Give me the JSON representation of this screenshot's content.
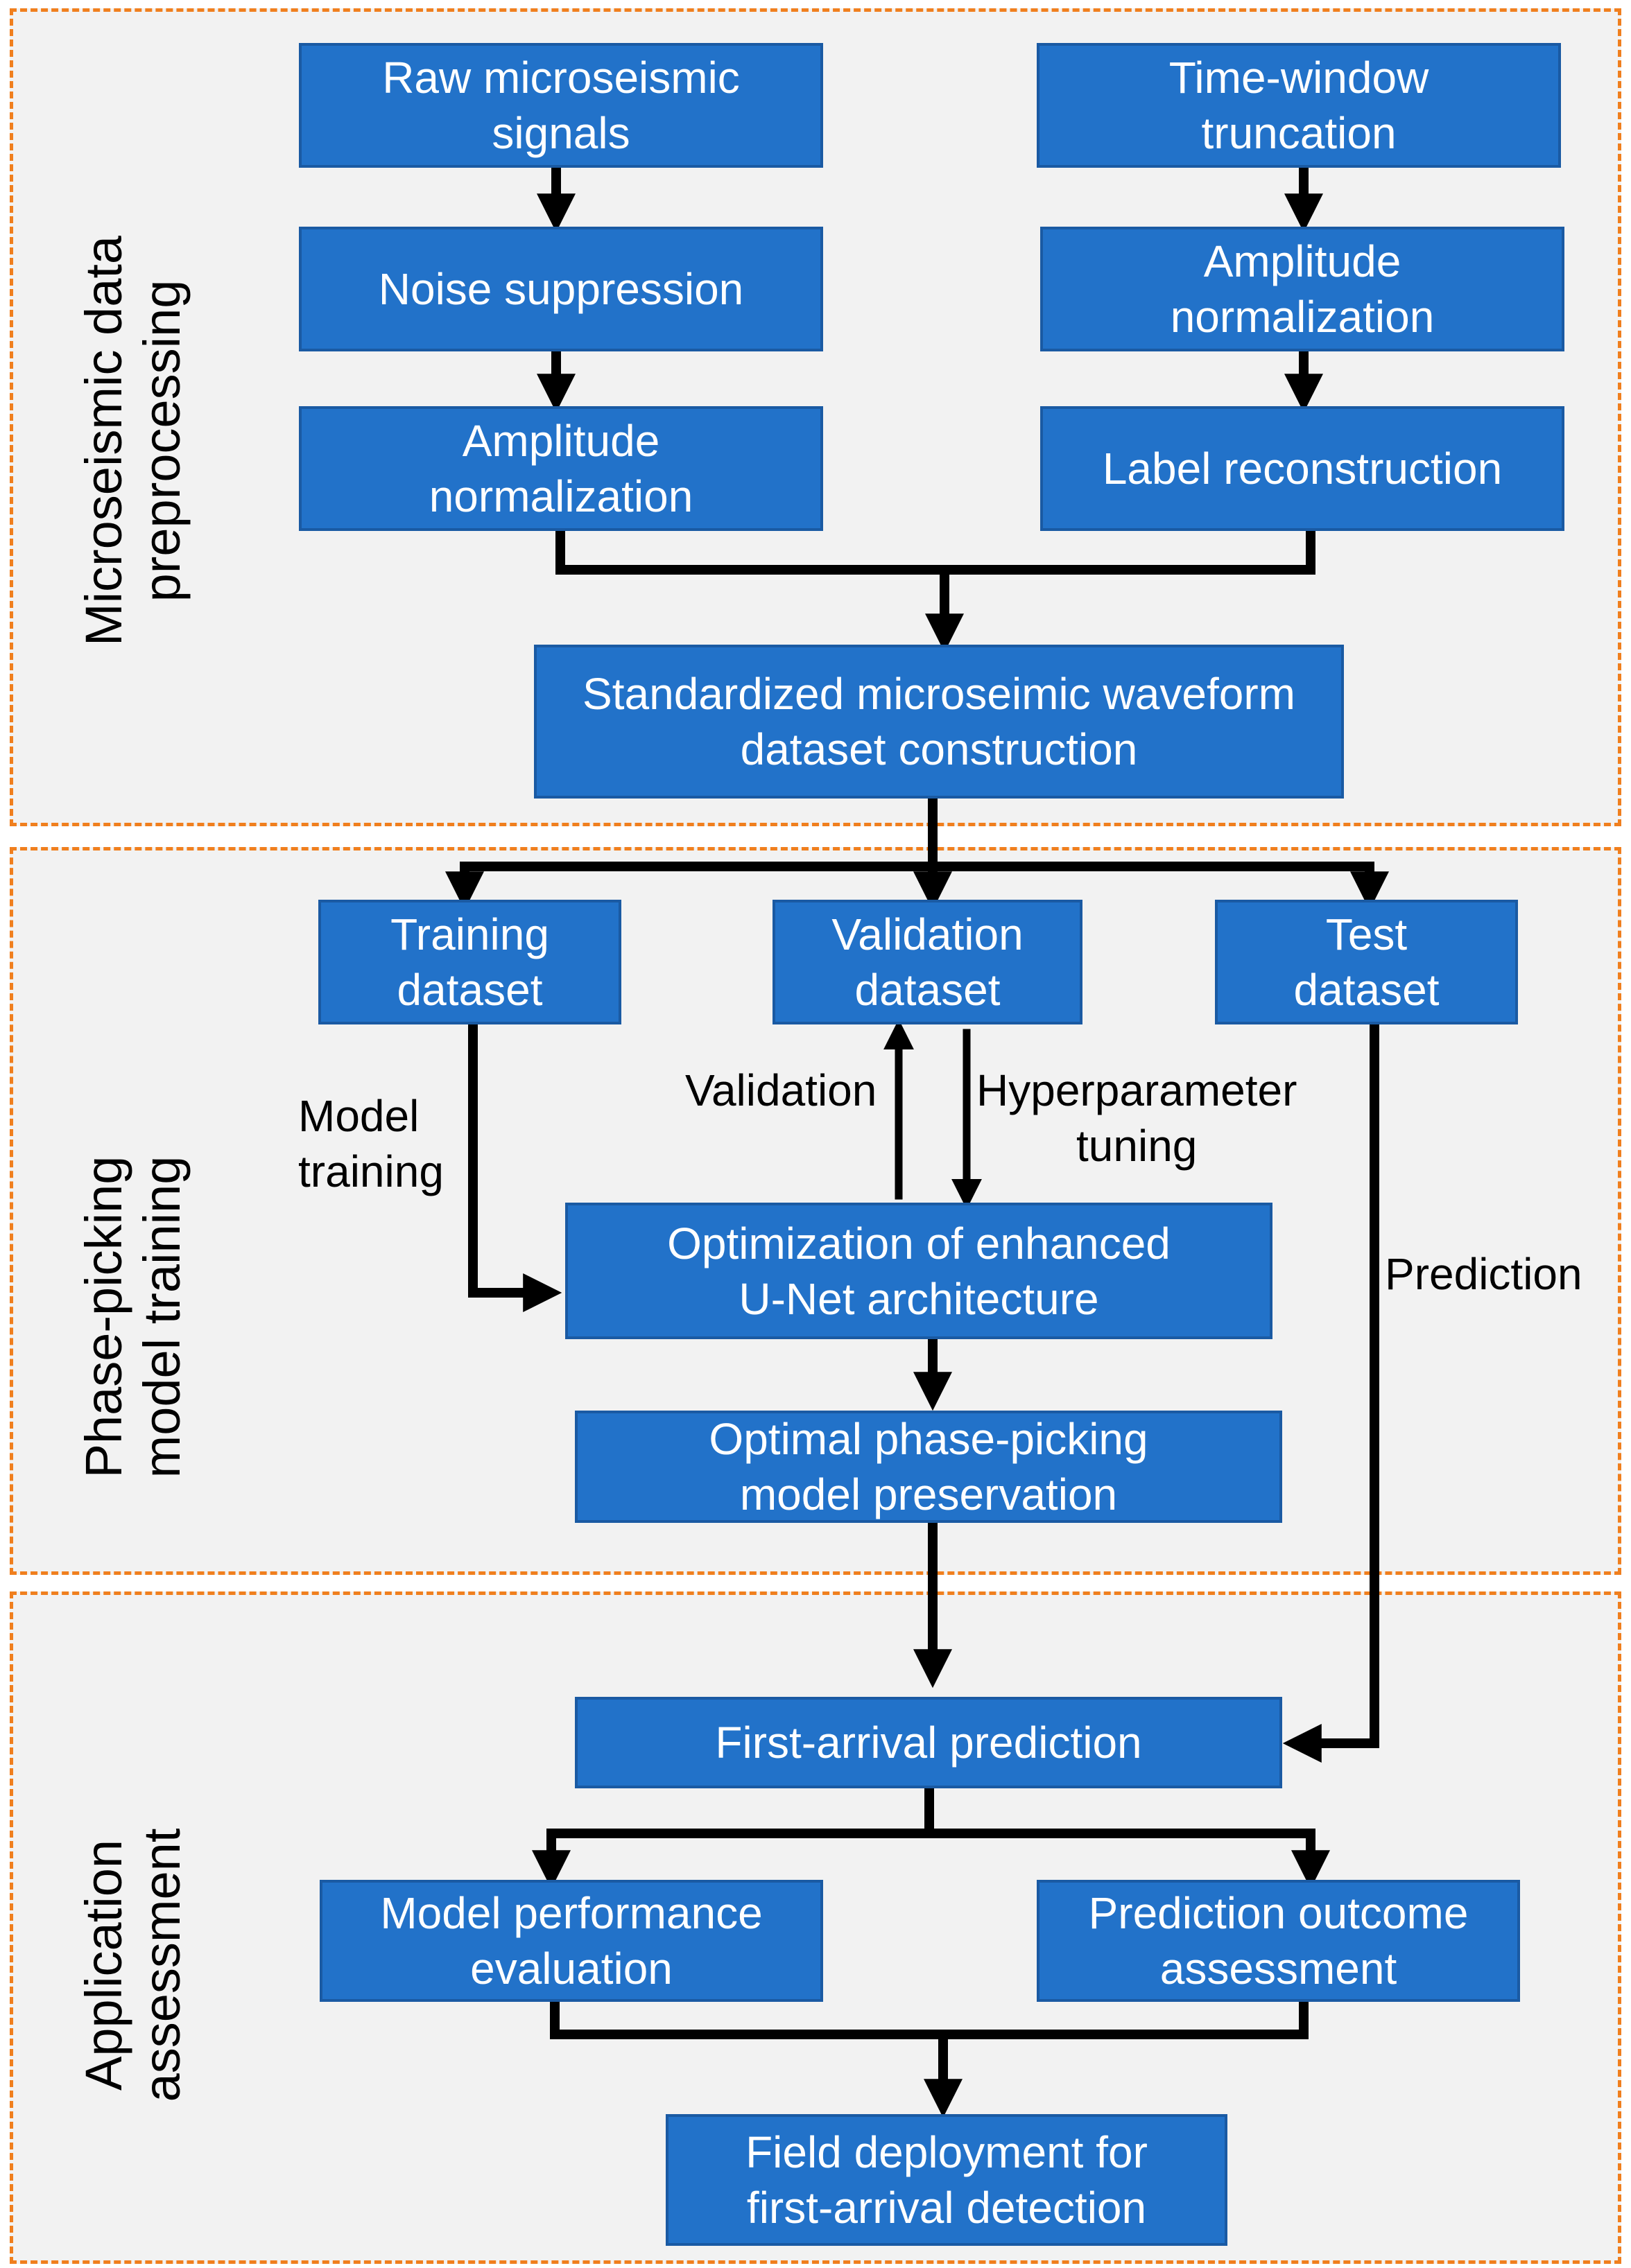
{
  "sections": {
    "preprocessing": "Microseismic data\npreprocessing",
    "training": "Phase-picking\nmodel training",
    "assessment": "Application\nassessment"
  },
  "boxes": {
    "raw_signals": "Raw microseismic\nsignals",
    "noise_suppression": "Noise suppression",
    "amplitude_norm_left": "Amplitude\nnormalization",
    "time_window": "Time-window\ntruncation",
    "amplitude_norm_right": "Amplitude\nnormalization",
    "label_reconstruction": "Label reconstruction",
    "dataset_construction": "Standardized microseimic waveform\ndataset construction",
    "training_dataset": "Training\ndataset",
    "validation_dataset": "Validation\ndataset",
    "test_dataset": "Test\ndataset",
    "unet_optimization": "Optimization of enhanced\nU-Net architecture",
    "model_preservation": "Optimal phase-picking\nmodel preservation",
    "first_arrival_prediction": "First-arrival prediction",
    "performance_evaluation": "Model performance\nevaluation",
    "outcome_assessment": "Prediction outcome\nassessment",
    "field_deployment": "Field deployment for\nfirst-arrival detection"
  },
  "edge_labels": {
    "model_training": "Model\ntraining",
    "validation": "Validation",
    "hyperparameter_tuning": "Hyperparameter\ntuning",
    "prediction": "Prediction"
  },
  "colors": {
    "box_fill": "#2272c9",
    "section_border": "#f07f1e",
    "section_fill": "#f2f2f2"
  }
}
